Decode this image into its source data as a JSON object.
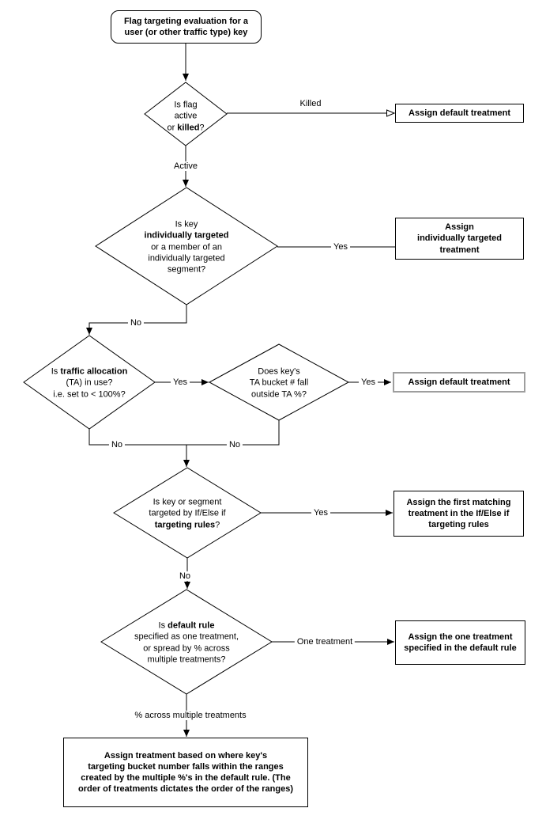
{
  "diagram_title": "Flag targeting evaluation flowchart",
  "colors": {
    "background": "#ffffff",
    "line": "#000000",
    "text": "#000000",
    "box_border": "#000000",
    "highlight_box_border": "#9e9e9e"
  },
  "nodes": {
    "start": {
      "text": "Flag targeting evaluation for a\nuser (or other traffic type) key"
    },
    "d_flag_active": {
      "parts": [
        {
          "text": "Is flag\nactive\nor "
        },
        {
          "text": "killed",
          "bold": true
        },
        {
          "text": "?"
        }
      ]
    },
    "b_default_killed": {
      "text": "Assign default treatment"
    },
    "d_individually_targeted": {
      "parts": [
        {
          "text": "Is key\n"
        },
        {
          "text": "individually targeted",
          "bold": true
        },
        {
          "text": "\nor a member of an\nindividually targeted\nsegment?"
        }
      ]
    },
    "b_individually_targeted": {
      "text": "Assign\nindividually targeted\ntreatment"
    },
    "d_traffic_allocation": {
      "parts": [
        {
          "text": "Is "
        },
        {
          "text": "traffic allocation",
          "bold": true
        },
        {
          "text": "\n(TA) in use?\ni.e. set to < 100%?"
        }
      ]
    },
    "d_ta_bucket": {
      "text": "Does key's\nTA bucket # fall\noutside TA %?"
    },
    "b_default_ta": {
      "text": "Assign default treatment"
    },
    "d_targeting_rules": {
      "parts": [
        {
          "text": "Is key or segment\ntargeted by If/Else if\n"
        },
        {
          "text": "targeting rules",
          "bold": true
        },
        {
          "text": "?"
        }
      ]
    },
    "b_first_matching": {
      "text": "Assign the first matching\ntreatment in the If/Else if\ntargeting rules"
    },
    "d_default_rule": {
      "parts": [
        {
          "text": "Is "
        },
        {
          "text": "default rule",
          "bold": true
        },
        {
          "text": "\nspecified as one treatment,\nor spread by % across\nmultiple treatments?"
        }
      ]
    },
    "b_one_treatment": {
      "text": "Assign the one treatment\nspecified in the default rule"
    },
    "b_ranges": {
      "text": "Assign treatment based on where key's\ntargeting bucket number falls within the ranges\ncreated by the multiple %'s in the default rule. (The\norder of treatments dictates the order of the ranges)"
    }
  },
  "edge_labels": {
    "killed": "Killed",
    "active": "Active",
    "yes_individual": "Yes",
    "no_individual": "No",
    "yes_ta": "Yes",
    "yes_bucket": "Yes",
    "no_ta": "No",
    "no_bucket": "No",
    "yes_rules": "Yes",
    "no_rules": "No",
    "one_treatment": "One treatment",
    "percent_across": "% across multiple treatments"
  }
}
